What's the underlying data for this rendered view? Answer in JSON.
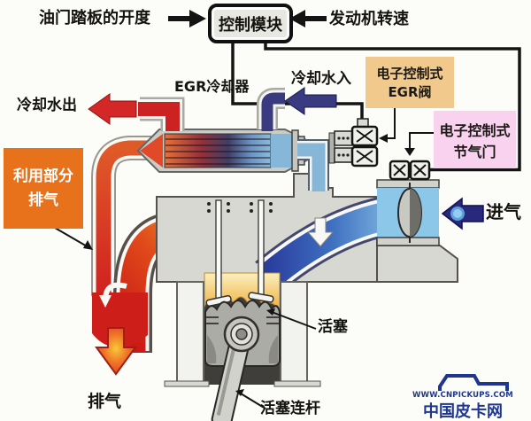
{
  "labels": {
    "pedal": "油门踏板的开度",
    "control_module": "控制模块",
    "engine_speed": "发动机转速",
    "coolant_out": "冷却水出",
    "egr_cooler": "EGR冷却器",
    "coolant_in": "冷却水入",
    "egr_valve_box_line1": "电子控制式",
    "egr_valve_box_line2": "EGR阀",
    "throttle_box_line1": "电子控制式",
    "throttle_box_line2": "节气门",
    "exhaust_reuse_line1": "利用部分",
    "exhaust_reuse_line2": "排气",
    "intake": "进气",
    "piston": "活塞",
    "piston_rod": "活塞连杆",
    "exhaust_out": "排气"
  },
  "watermark": {
    "url": "WWW.CNPICKUPS.COM",
    "site_name": "中国皮卡网"
  },
  "colors": {
    "wire": "#141414",
    "exhaust_reuse_box": "#E8721C",
    "egr_valve_box": "#F2C98C",
    "throttle_box": "#F8D2EE",
    "hot_red": "#D42A20",
    "coolant_out_arrow": "#D42828",
    "coolant_in_arrow": "#3A3A80",
    "intake_arrow": "#28287C",
    "intake_blue": "#8CC6E8",
    "watermark_blue": "#1E3690"
  }
}
